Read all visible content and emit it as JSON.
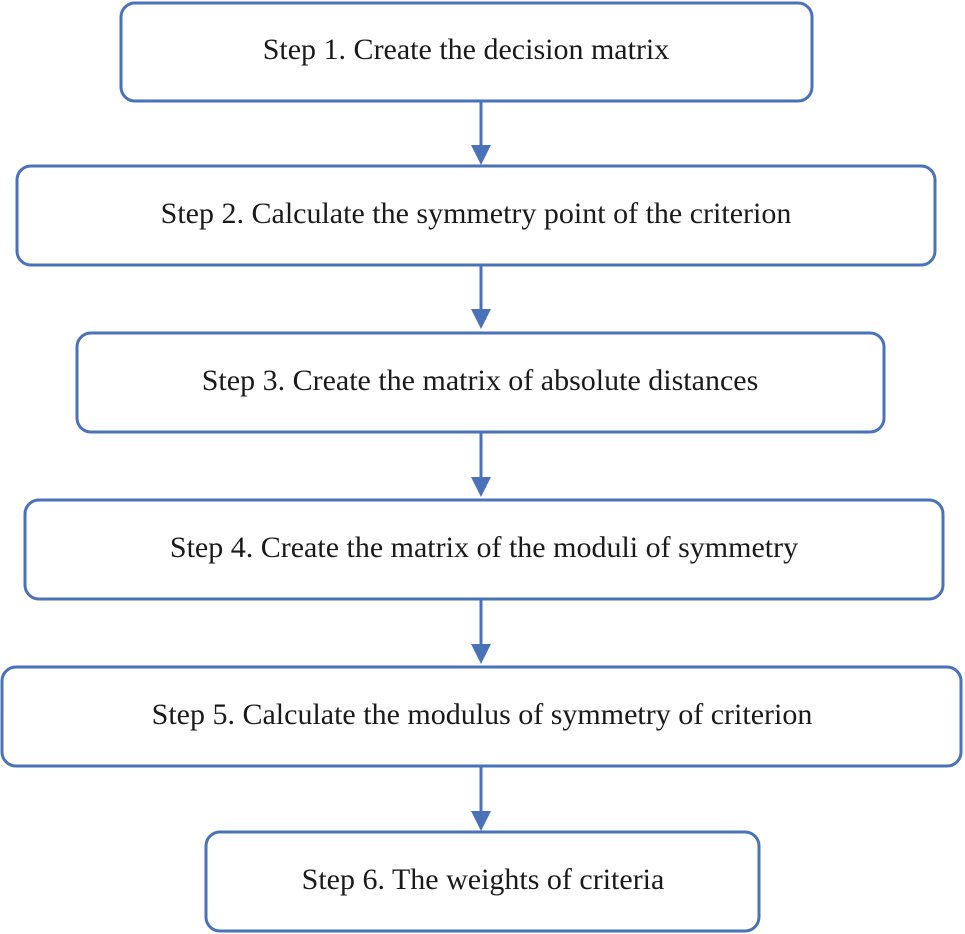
{
  "flowchart": {
    "steps": [
      {
        "label": "Step 1. Create the decision matrix"
      },
      {
        "label": "Step 2. Calculate the symmetry point of the criterion"
      },
      {
        "label": "Step 3. Create the matrix of absolute distances"
      },
      {
        "label": "Step 4. Create the matrix of the moduli of symmetry"
      },
      {
        "label": "Step 5. Calculate the modulus of symmetry of criterion"
      },
      {
        "label": "Step 6. The weights of criteria"
      }
    ]
  },
  "colors": {
    "box_border": "#4a72b8",
    "arrow": "#4a72b8",
    "text": "#1a1a1a",
    "background": "#ffffff"
  }
}
